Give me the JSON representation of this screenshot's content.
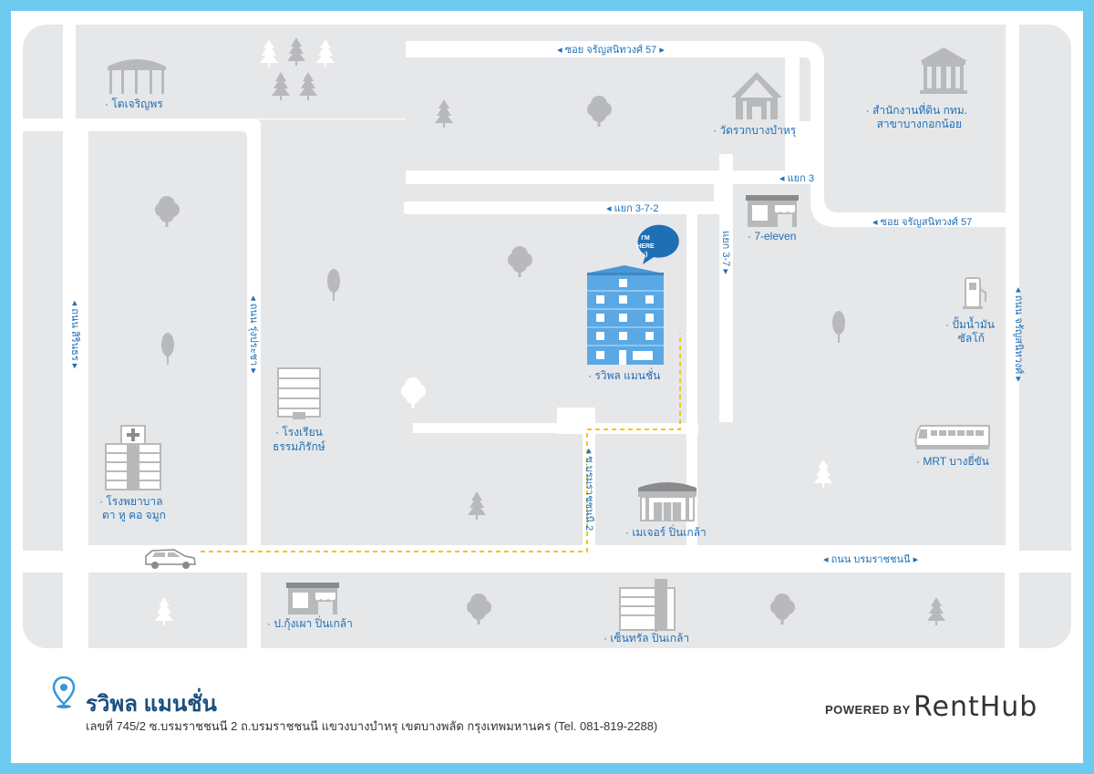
{
  "roads": {
    "soi_57_top": "ซอย จรัญสนิทวงศ์ 57",
    "yaek_3": "แยก 3",
    "yaek_3_7_2": "แยก 3-7-2",
    "yaek_3_7": "แยก 3-7",
    "soi_57_right": "ซอย จรัญสนิทวงศ์ 57",
    "thanon_sirindhorn": "ถนน สิรินธร",
    "thanon_rung_prachar": "ถนน รุ่งประชา",
    "thanon_charansanitwong": "ถนน จรัญสนิทวงศ์",
    "soi_borommaratchachonnani_2": "ซ.บรมราชชนนี 2",
    "thanon_borommaratchachonnani": "ถนน บรมราชชนนี"
  },
  "places": {
    "tojaroenporn": "· โตเจริญพร",
    "wat_ruak": "· วัดรวกบางบำหรุ",
    "land_office_1": "· สำนักงานที่ดิน กทม.",
    "land_office_2": "สาขาบางกอกน้อย",
    "seven_eleven": "· 7-eleven",
    "gas_1": "· ปั้มน้ำมัน",
    "gas_2": "ซัลโก้",
    "school_1": "· โรงเรียน",
    "school_2": "ธรรมภิรักษ์",
    "hospital_1": "· โรงพยาบาล",
    "hospital_2": "ตา หู คอ จมูก",
    "ravipol": "· รวิพล แมนชั่น",
    "mrt": "· MRT บางยี่ขัน",
    "major": "· เมเจอร์ ปิ่นเกล้า",
    "kung_pao": "· ป.กุ้งเผา ปิ่นเกล้า",
    "central": "· เซ็นทรัล ปิ่นเกล้า"
  },
  "bubble": {
    "line1": "I'M",
    "line2": "HERE",
    "line3": ":)"
  },
  "footer": {
    "title": "รวิพล แมนชั่น",
    "address": "เลขที่ 745/2 ซ.บรมราชชนนี 2 ถ.บรมราชชนนี แขวงบางบำหรุ เขตบางพลัด กรุงเทพมหานคร (Tel. 081-819-2288)",
    "powered_by": "POWERED BY",
    "brand": "RentHub"
  },
  "colors": {
    "frame": "#6dc9ef",
    "block": "#e6e7e9",
    "road": "#ffffff",
    "label": "#1f6fb5",
    "building": "#5aa8e4",
    "route": "#f5c518",
    "icon_gray": "#b8b9bb"
  }
}
